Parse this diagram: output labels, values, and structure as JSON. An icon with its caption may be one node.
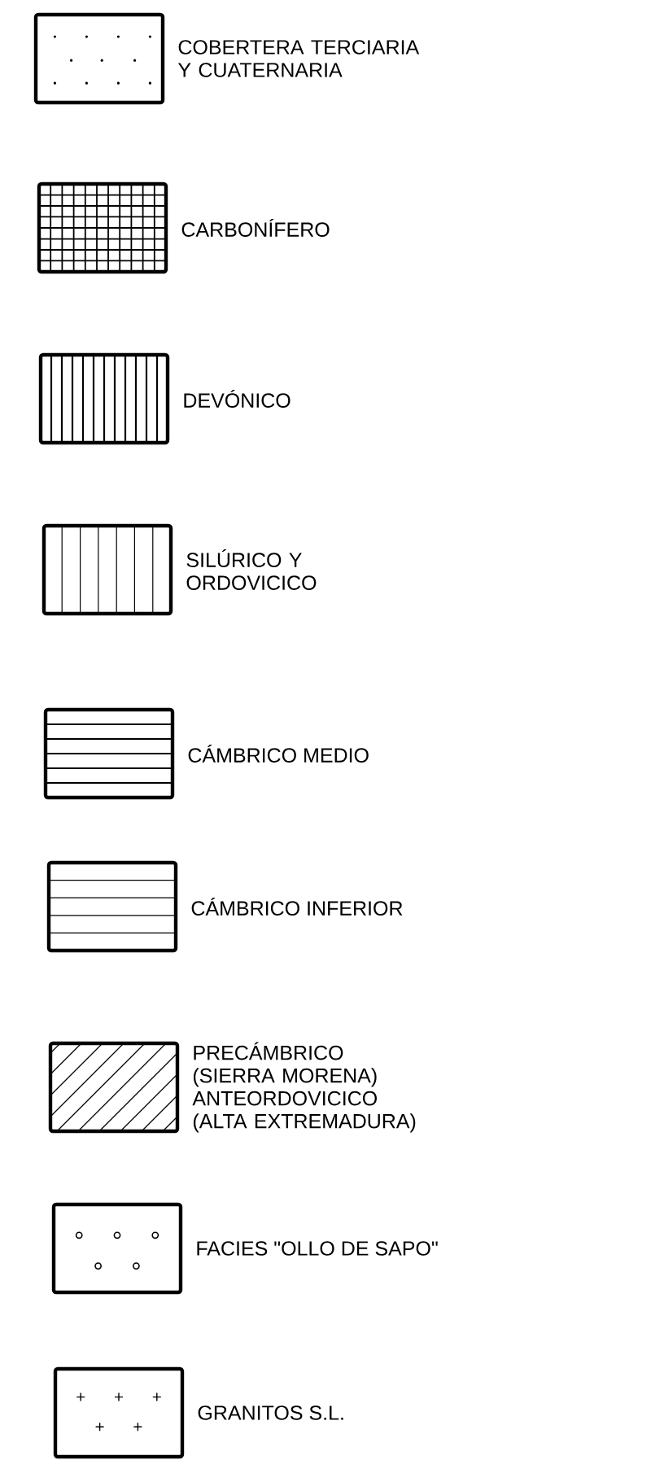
{
  "diagram": {
    "legend": [
      {
        "text": "COBERTERA TERCIARIA Y CUATERNARIA"
      },
      {
        "text": "CARBONÍFERO"
      },
      {
        "text": "DEVÓNICO"
      },
      {
        "text": "SILÚRICO Y ORDOVICICO"
      },
      {
        "text": "CÁMBRICO MEDIO"
      },
      {
        "text": "CÁMBRICO INFERIOR"
      },
      {
        "text": "PRECÁMBRICO (SIERRA MORENA) ANTEORDOVICICO (ALTA EXTREMADURA)"
      },
      {
        "text": "FACIES \"OLLO DE SAPO\""
      },
      {
        "text": "GRANITOS S.L."
      }
    ]
  }
}
